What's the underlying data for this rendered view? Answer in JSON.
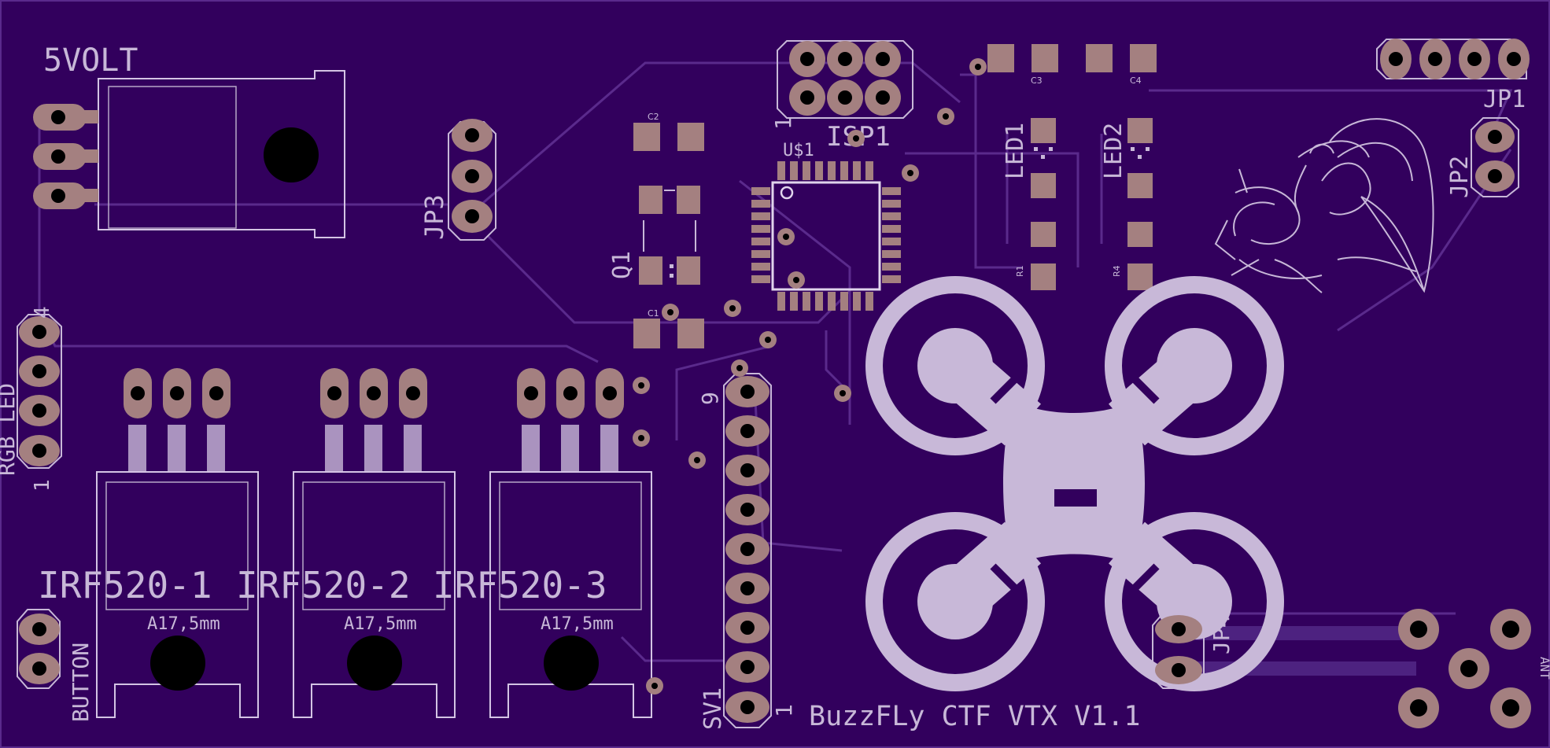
{
  "board": {
    "title": "BuzzFLy CTF VTX V1.1",
    "colors": {
      "substrate": "#32005d",
      "trace": "#5a2a8c",
      "silkscreen": "#c8b8d8",
      "pad": "#a48080",
      "drill": "#000000",
      "outline": "#d4c4e4"
    }
  },
  "labels": {
    "vreg": "5VOLT",
    "jp3": "JP3",
    "isp": "ISP1",
    "isp_pin": "1",
    "mcu": "U$1",
    "q1": "Q1",
    "c1": "C1",
    "c2": "C2",
    "c3": "C3",
    "c4": "C4",
    "led1": "LED1",
    "led2": "LED2",
    "r1": "R1",
    "r4": "R4",
    "jp1": "JP1",
    "jp2": "JP2",
    "jp4": "JP4",
    "rgb_led": "RGB LED",
    "rgb_pin_4": "4",
    "rgb_pin_1": "1",
    "irf1": "IRF520-1",
    "irf2": "IRF520-2",
    "irf3": "IRF520-3",
    "irf_size_1": "A17,5mm",
    "irf_size_2": "A17,5mm",
    "irf_size_3": "A17,5mm",
    "button": "BUTTON",
    "sv1": "SV1",
    "sv1_pin_9": "9",
    "sv1_pin_1": "1",
    "ant": "ANT"
  }
}
